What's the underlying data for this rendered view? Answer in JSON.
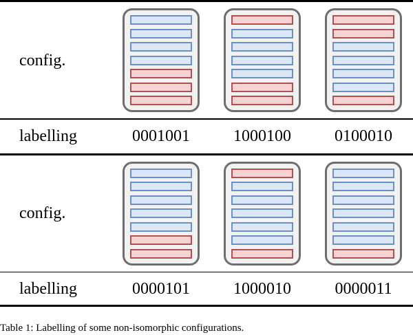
{
  "figure": {
    "caption": "Table 1: Labelling of some non-isomorphic configurations.",
    "colors": {
      "bar_blue_fill": "#dce7f7",
      "bar_blue_border": "#6b90c4",
      "bar_red_fill": "#f7d4d3",
      "bar_red_border": "#b0504f",
      "block_border": "#6e6e6e",
      "block_fill": "#f2f2f2",
      "rule": "#000000"
    }
  },
  "sections": [
    {
      "config_row": {
        "head": "config.",
        "blocks": [
          {
            "bars": [
              "blue",
              "blue",
              "blue",
              "blue",
              "red",
              "red",
              "red"
            ]
          },
          {
            "bars": [
              "red",
              "blue",
              "blue",
              "blue",
              "blue",
              "red",
              "red"
            ]
          },
          {
            "bars": [
              "red",
              "red",
              "blue",
              "blue",
              "blue",
              "blue",
              "red"
            ]
          }
        ]
      },
      "label_row": {
        "head": "labelling",
        "values": [
          "0001001",
          "1000100",
          "0100010"
        ]
      }
    },
    {
      "config_row": {
        "head": "config.",
        "blocks": [
          {
            "bars": [
              "blue",
              "blue",
              "blue",
              "blue",
              "blue",
              "red",
              "red"
            ]
          },
          {
            "bars": [
              "red",
              "blue",
              "blue",
              "blue",
              "blue",
              "blue",
              "red"
            ]
          },
          {
            "bars": [
              "blue",
              "blue",
              "blue",
              "blue",
              "blue",
              "blue",
              "red"
            ]
          }
        ]
      },
      "label_row": {
        "head": "labelling",
        "values": [
          "0000101",
          "1000010",
          "0000011"
        ]
      }
    }
  ]
}
